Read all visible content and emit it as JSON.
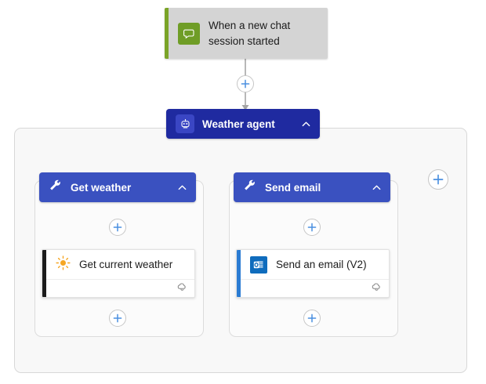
{
  "canvas": {
    "background_color": "#ffffff",
    "container_background": "#f8f8f8",
    "container_border_color": "#d8d8d8"
  },
  "trigger": {
    "label": "When a new chat session started",
    "icon": "chat-bubble-icon",
    "icon_background": "#6f9d26",
    "accent_color": "#7ba428",
    "card_background": "#d4d4d4"
  },
  "agent": {
    "label": "Weather agent",
    "icon": "robot-icon",
    "color": "#1f2aa0",
    "collapse_icon": "chevron-up-icon"
  },
  "tools": [
    {
      "label": "Get weather",
      "icon": "wrench-icon",
      "color": "#3a51c0",
      "collapse_icon": "chevron-up-icon",
      "action": {
        "title": "Get current weather",
        "icon": "sun-icon",
        "accent_color": "#1b1b1b",
        "footer_icon": "cloud-link-icon"
      }
    },
    {
      "label": "Send email",
      "icon": "wrench-icon",
      "color": "#3a51c0",
      "collapse_icon": "chevron-up-icon",
      "action": {
        "title": "Send an email (V2)",
        "icon": "outlook-icon",
        "accent_color": "#2b7cd3",
        "footer_icon": "cloud-link-icon"
      }
    }
  ],
  "buttons": {
    "add_icon": "plus-icon",
    "add_color": "#4a8fe0",
    "add_after_trigger": "plus-icon",
    "add_before_get_current_weather": "plus-icon",
    "add_before_send_an_email": "plus-icon",
    "add_after_get_current_weather": "plus-icon",
    "add_after_send_an_email": "plus-icon",
    "add_tool": "plus-icon"
  }
}
